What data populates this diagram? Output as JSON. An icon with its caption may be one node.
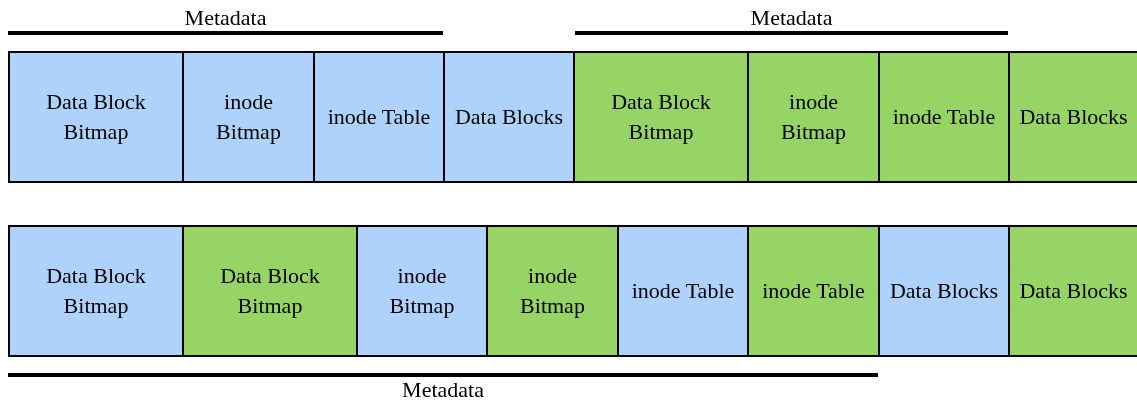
{
  "diagram": {
    "nodes": [
      {
        "text": [
          "Data Block Bitmap"
        ]
      },
      {
        "text": [
          "inode Bitmap"
        ]
      },
      {
        "text": [
          "inode Table"
        ]
      },
      {
        "text": [
          "Data Blocks"
        ]
      },
      {
        "text": [
          "Data Block Bitmap"
        ]
      },
      {
        "text": [
          "inode Bitmap"
        ]
      },
      {
        "text": [
          "inode Table"
        ]
      },
      {
        "text": [
          "Data Blocks"
        ]
      },
      {
        "text": [
          "Data Block Bitmap"
        ]
      },
      {
        "text": [
          "Data Block Bitmap"
        ]
      },
      {
        "text": [
          "inode Bitmap"
        ]
      },
      {
        "text": [
          "inode Bitmap"
        ]
      },
      {
        "text": [
          "inode Table"
        ]
      },
      {
        "text": [
          "inode Table"
        ]
      },
      {
        "text": [
          "Data Blocks"
        ]
      },
      {
        "text": [
          "Data Blocks"
        ]
      }
    ],
    "edges": [],
    "labels": [
      "Metadata",
      "Metadata",
      "Metadata"
    ]
  }
}
